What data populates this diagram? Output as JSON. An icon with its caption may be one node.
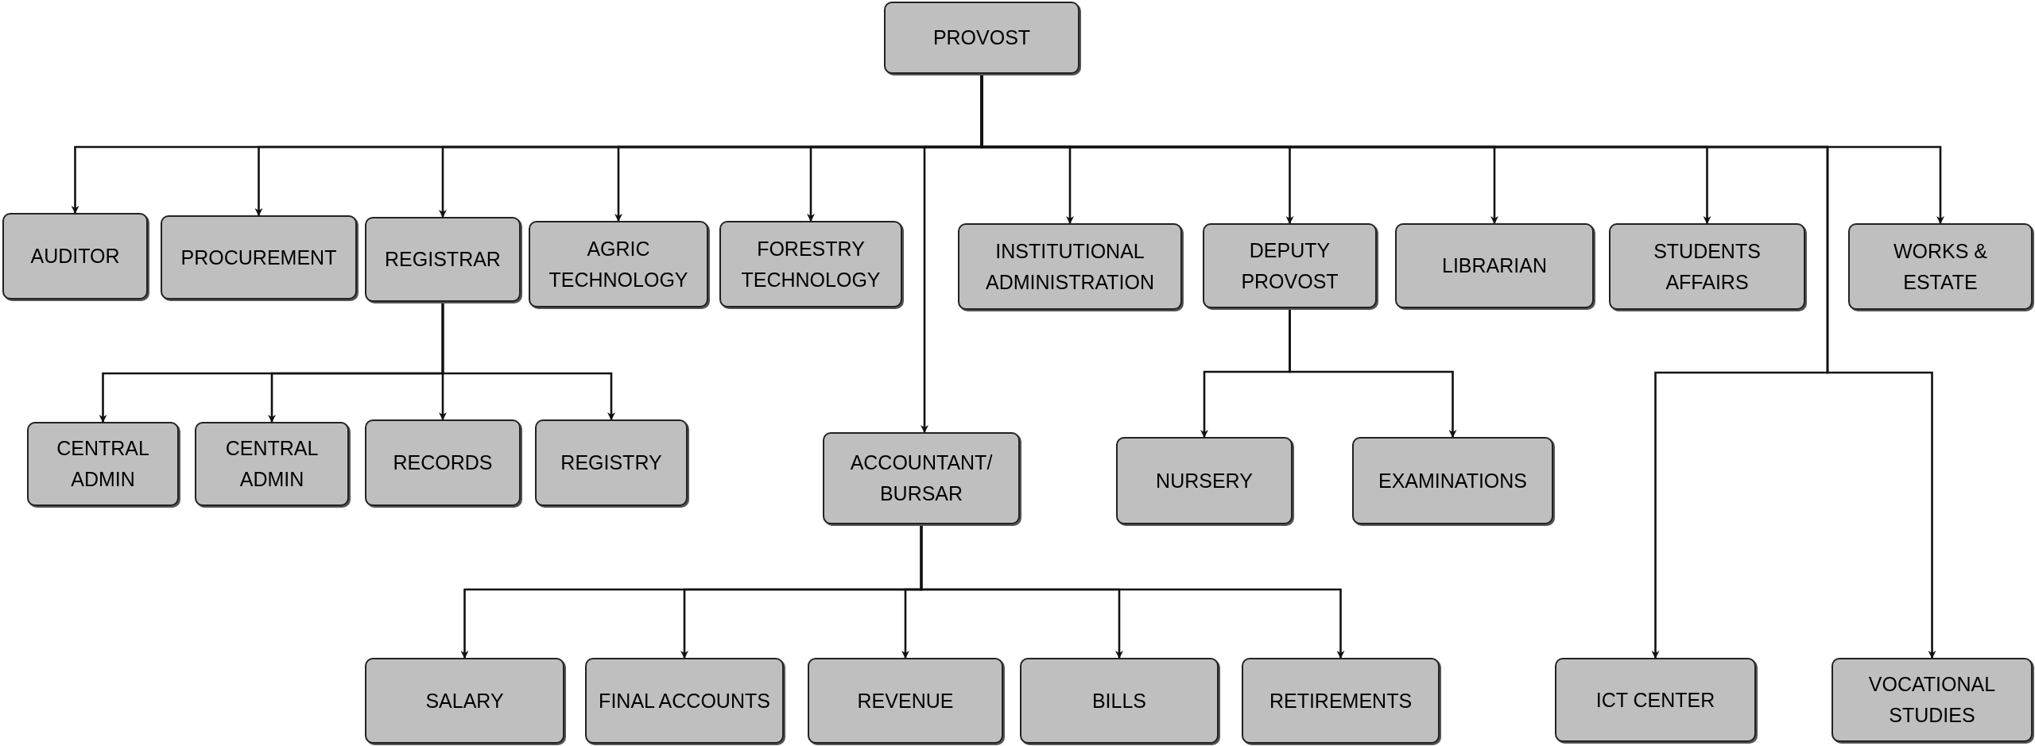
{
  "diagram": {
    "nodes": [
      {
        "text": [
          "PROVOST"
        ]
      },
      {
        "text": [
          "AUDITOR"
        ]
      },
      {
        "text": [
          "PROCUREMENT"
        ]
      },
      {
        "text": [
          "REGISTRAR"
        ]
      },
      {
        "text": [
          "AGRIC TECHNOLOGY"
        ]
      },
      {
        "text": [
          "FORESTRY TECHNOLOGY"
        ]
      },
      {
        "text": [
          "INSTITUTIONAL ADMINISTRATION"
        ]
      },
      {
        "text": [
          "DEPUTY PROVOST"
        ]
      },
      {
        "text": [
          "LIBRARIAN"
        ]
      },
      {
        "text": [
          "STUDENTS AFFAIRS"
        ]
      },
      {
        "text": [
          "WORKS & ESTATE"
        ]
      },
      {
        "text": [
          "CENTRAL ADMIN"
        ]
      },
      {
        "text": [
          "CENTRAL ADMIN"
        ]
      },
      {
        "text": [
          "RECORDS"
        ]
      },
      {
        "text": [
          "REGISTRY"
        ]
      },
      {
        "text": [
          "ACCOUNTANT/ BURSAR"
        ]
      },
      {
        "text": [
          "NURSERY"
        ]
      },
      {
        "text": [
          "EXAMINATIONS"
        ]
      },
      {
        "text": [
          "SALARY"
        ]
      },
      {
        "text": [
          "FINAL ACCOUNTS"
        ]
      },
      {
        "text": [
          "REVENUE"
        ]
      },
      {
        "text": [
          "BILLS"
        ]
      },
      {
        "text": [
          "RETIREMENTS"
        ]
      },
      {
        "text": [
          "ICT CENTER"
        ]
      },
      {
        "text": [
          "VOCATIONAL STUDIES"
        ]
      }
    ],
    "edges": [
      {
        "from": 0,
        "to": 1,
        "arrow": "to"
      },
      {
        "from": 0,
        "to": 2,
        "arrow": "to"
      },
      {
        "from": 0,
        "to": 3,
        "arrow": "to"
      },
      {
        "from": 0,
        "to": 4,
        "arrow": "to"
      },
      {
        "from": 0,
        "to": 5,
        "arrow": "to"
      },
      {
        "from": 0,
        "to": 15,
        "arrow": "to"
      },
      {
        "from": 0,
        "to": 6,
        "arrow": "to"
      },
      {
        "from": 0,
        "to": 7,
        "arrow": "to"
      },
      {
        "from": 0,
        "to": 8,
        "arrow": "to"
      },
      {
        "from": 0,
        "to": 9,
        "arrow": "to"
      },
      {
        "from": 0,
        "to": 23,
        "arrow": "to"
      },
      {
        "from": 0,
        "to": 24,
        "arrow": "to"
      },
      {
        "from": 0,
        "to": 10,
        "arrow": "to"
      },
      {
        "from": 3,
        "to": 11,
        "arrow": "to"
      },
      {
        "from": 3,
        "to": 12,
        "arrow": "to"
      },
      {
        "from": 3,
        "to": 13,
        "arrow": "to"
      },
      {
        "from": 3,
        "to": 14,
        "arrow": "to"
      },
      {
        "from": 7,
        "to": 16,
        "arrow": "to"
      },
      {
        "from": 7,
        "to": 17,
        "arrow": "to"
      },
      {
        "from": 15,
        "to": 18,
        "arrow": "to"
      },
      {
        "from": 15,
        "to": 19,
        "arrow": "to"
      },
      {
        "from": 15,
        "to": 20,
        "arrow": "to"
      },
      {
        "from": 15,
        "to": 21,
        "arrow": "to"
      },
      {
        "from": 15,
        "to": 22,
        "arrow": "to"
      }
    ]
  }
}
